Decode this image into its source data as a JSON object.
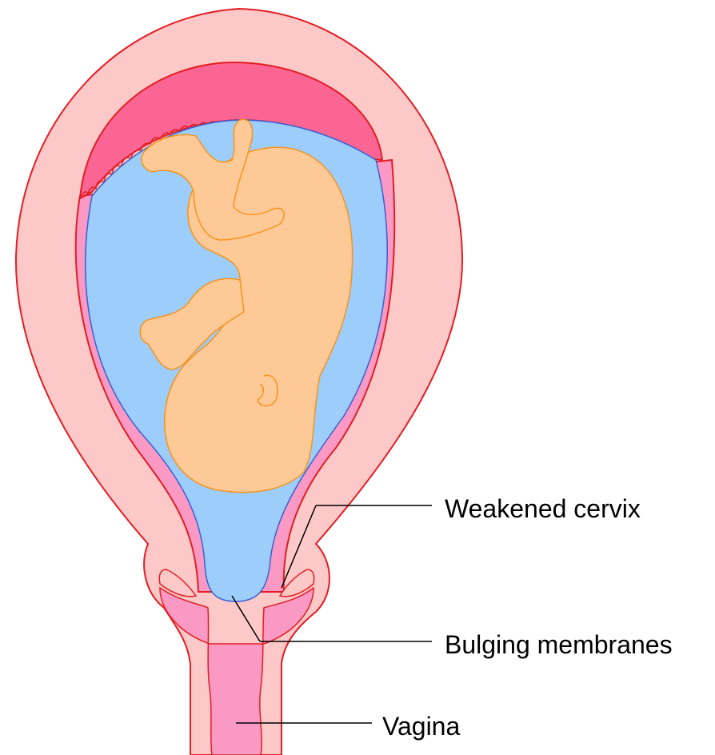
{
  "labels": {
    "weakened_cervix": "Weakened cervix",
    "bulging_membranes": "Bulging membranes",
    "vagina": "Vagina"
  },
  "colors": {
    "uterine_wall": "#fcc8c8",
    "outline": "#e31e24",
    "placenta": "#fb6593",
    "lining": "#f999c4",
    "amniotic_fluid": "#9ccdfb",
    "fetus_skin": "#fdc996",
    "fetus_outline": "#f7941d",
    "leader_line": "#000000"
  }
}
